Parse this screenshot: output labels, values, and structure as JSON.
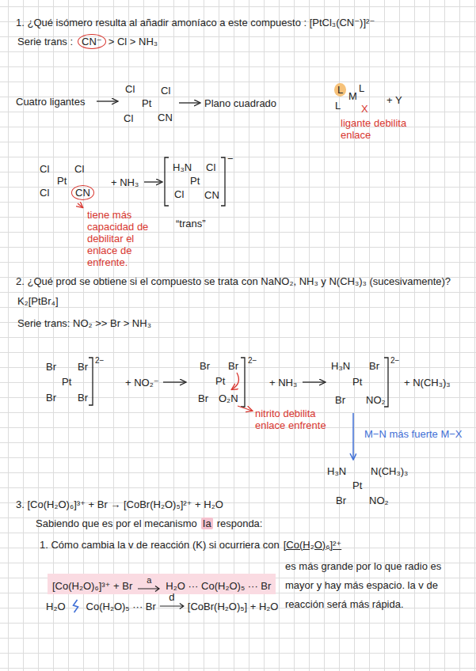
{
  "diagram": {
    "nodes": [
      {
        "text": [
          "CN⁻"
        ]
      },
      {
        "text": [
          "L"
        ]
      },
      {
        "text": [
          "CN"
        ]
      },
      {
        "text": [
          "Ia"
        ]
      },
      {
        "text": [
          "[Co(H₂O)₆]³⁺ + Br",
          "a",
          "H₂O ··· Co(H₂O)₅ ··· Br"
        ]
      }
    ],
    "labels": [
      "1. ¿Qué isómero resulta al añadir amoníaco a este compuesto : [PtCl₃(CN⁻)]²⁻",
      "Serie trans :",
      "> Cl > NH₃",
      "Cuatro ligantes",
      "Cl",
      "Pt",
      "Cl",
      "Cl",
      "CN",
      "Plano cuadrado",
      "M",
      "L",
      "L",
      "X",
      "+ Y",
      "ligante debilita enlace",
      "Cl",
      "Cl",
      "Pt",
      "Cl",
      "+ NH₃",
      "H₃N",
      "Cl",
      "Pt",
      "Cl",
      "CN",
      "−",
      "tiene más capacidad de debilitar el enlace de enfrente.",
      "“trans”",
      "2. ¿Qué prod se obtiene si el compuesto se trata con NaNO₂, NH₃ y N(CH₃)₃ (sucesivamente)?",
      "K₂[PtBr₄]",
      "Serie trans: NO₂ >> Br > NH₃",
      "Br",
      "Br",
      "2−",
      "Pt",
      "Br",
      "Br",
      "+ NO₂⁻",
      "Br",
      "Br",
      "2−",
      "Pt",
      "Br",
      "O₂N",
      "+ NH₃",
      "nitrito debilita enlace enfrente",
      "H₃N",
      "Br",
      "2−",
      "Pt",
      "Br",
      "NO₂",
      "+ N(CH₃)₃",
      "M−N más fuerte M−X",
      "H₃N",
      "N(CH₃)₃",
      "Pt",
      "Br",
      "NO₂",
      "3. [Co(H₂O)₆]³⁺ + Br → [CoBr(H₂O)₅]²⁺ + H₂O",
      "Sabiendo que es por el mecanismo",
      "responda:",
      "1. Cómo cambia la v de reacción (K) si ocurriera con",
      "[Co(H₂O)₆]²⁺",
      "es más grande por lo que radio es mayor y hay más espacio. la v de reacción será más rápida.",
      "H₂O",
      "Co(H₂O)₅ ··· Br",
      "d",
      "[CoBr(H₂O)₅] + H₂O"
    ]
  }
}
